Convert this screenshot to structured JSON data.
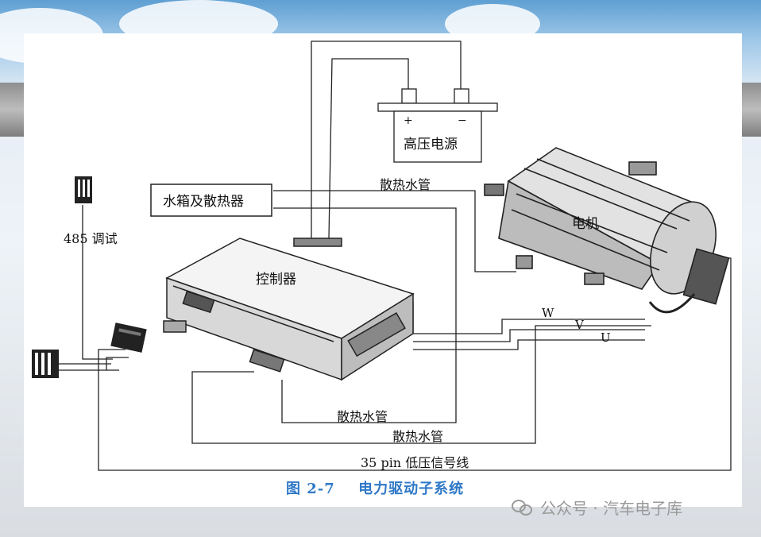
{
  "diagram": {
    "power_source": {
      "label": "高压电源",
      "plus": "+",
      "minus": "−"
    },
    "radiator": {
      "label": "水箱及散热器"
    },
    "controller": {
      "label": "控制器"
    },
    "motor": {
      "label": "电机"
    },
    "debug": {
      "label": "485 调试"
    },
    "phases": {
      "w": "W",
      "v": "V",
      "u": "U"
    },
    "pipes": {
      "top": "散热水管",
      "mid": "散热水管",
      "bottom": "散热水管"
    },
    "signal": {
      "label": "35 pin 低压信号线"
    }
  },
  "caption": {
    "number": "图 2-7",
    "title": "电力驱动子系统"
  },
  "watermark": {
    "text": "公众号 · 汽车电子库"
  },
  "colors": {
    "caption": "#2e78c7",
    "watermark": "#9a9a9a",
    "line": "#222222"
  }
}
